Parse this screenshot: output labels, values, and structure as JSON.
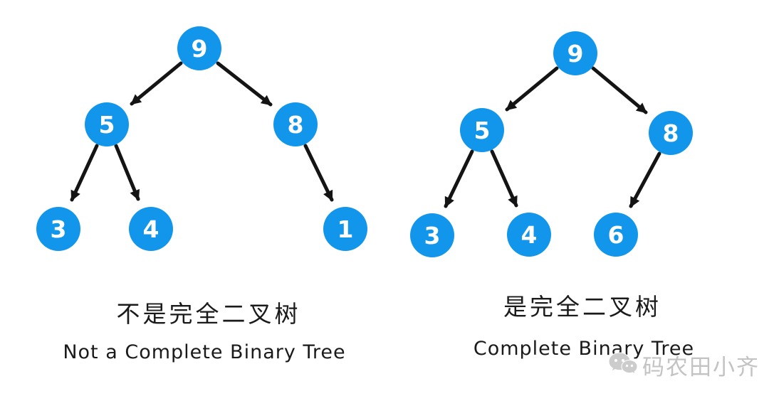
{
  "colors": {
    "node_fill": "#1296ec",
    "node_text": "#ffffff",
    "edge": "#141414",
    "caption_text": "#1a1a1a",
    "watermark_text": "#c3c3c3",
    "background": "#ffffff"
  },
  "trees": [
    {
      "id": "left-tree",
      "caption_zh": "不是完全二叉树",
      "caption_en": "Not a Complete Binary Tree",
      "nodes": [
        {
          "value": "9"
        },
        {
          "value": "5"
        },
        {
          "value": "8"
        },
        {
          "value": "3"
        },
        {
          "value": "4"
        },
        {
          "value": "1"
        }
      ],
      "edges": [
        {
          "from": "9",
          "to": "5"
        },
        {
          "from": "9",
          "to": "8"
        },
        {
          "from": "5",
          "to": "3"
        },
        {
          "from": "5",
          "to": "4"
        },
        {
          "from": "8",
          "to": "1"
        }
      ]
    },
    {
      "id": "right-tree",
      "caption_zh": "是完全二叉树",
      "caption_en": "Complete Binary Tree",
      "nodes": [
        {
          "value": "9"
        },
        {
          "value": "5"
        },
        {
          "value": "8"
        },
        {
          "value": "3"
        },
        {
          "value": "4"
        },
        {
          "value": "6"
        }
      ],
      "edges": [
        {
          "from": "9",
          "to": "5"
        },
        {
          "from": "9",
          "to": "8"
        },
        {
          "from": "5",
          "to": "3"
        },
        {
          "from": "5",
          "to": "4"
        },
        {
          "from": "8",
          "to": "6"
        }
      ]
    }
  ],
  "watermark": {
    "text": "码农田小齐",
    "icon": "wechat-bubbles-icon"
  }
}
